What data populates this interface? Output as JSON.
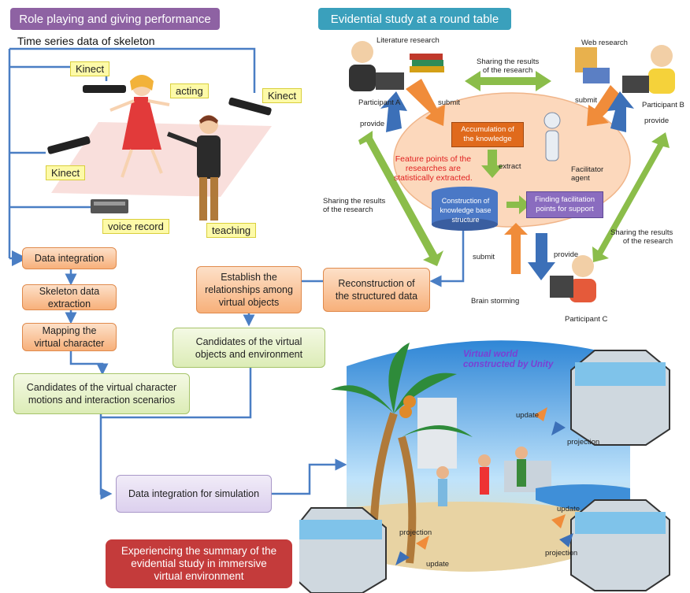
{
  "left_header": "Role playing and giving performance",
  "right_header": "Evidential study at a round table",
  "skeleton_title": "Time series data of skeleton",
  "labels": {
    "kinect": "Kinect",
    "acting": "acting",
    "teaching": "teaching",
    "voice_record": "voice record"
  },
  "flow": {
    "data_integration": "Data integration",
    "skeleton_extraction": "Skeleton data\nextraction",
    "mapping": "Mapping the\nvirtual character",
    "candidates_character": "Candidates of the virtual character\nmotions and interaction scenarios",
    "establish": "Establish the\nrelationships among\nvirtual objects",
    "candidates_objects": "Candidates of the virtual\nobjects and environment",
    "reconstruction": "Reconstruction of\nthe structured data",
    "simulation": "Data integration for simulation",
    "experiencing": "Experiencing the summary of the\nevidential study in immersive\nvirtual environment"
  },
  "table": {
    "literature": "Literature research",
    "web": "Web research",
    "sharing": "Sharing the results\nof the research",
    "participant_a": "Participant A",
    "participant_b": "Participant B",
    "participant_c": "Participant C",
    "submit": "submit",
    "provide": "provide",
    "accumulation": "Accumulation of\nthe knowledge",
    "feature": "Feature points of the\nresearches are\nstatistically extracted.",
    "extract": "extract",
    "facilitator": "Facilitator\nagent",
    "construction": "Construction of\nknowledge base\nstructure",
    "finding": "Finding facilitation\npoints for support",
    "brain": "Brain storming"
  },
  "vw": {
    "title": "Virtual world\nconstructed by Unity",
    "update": "update",
    "projection": "projection"
  },
  "colors": {
    "left_header": "#8e62a3",
    "right_header": "#3aa0bc",
    "experiencing": "#c43b3b",
    "flow_line": "#4a7ec4"
  }
}
